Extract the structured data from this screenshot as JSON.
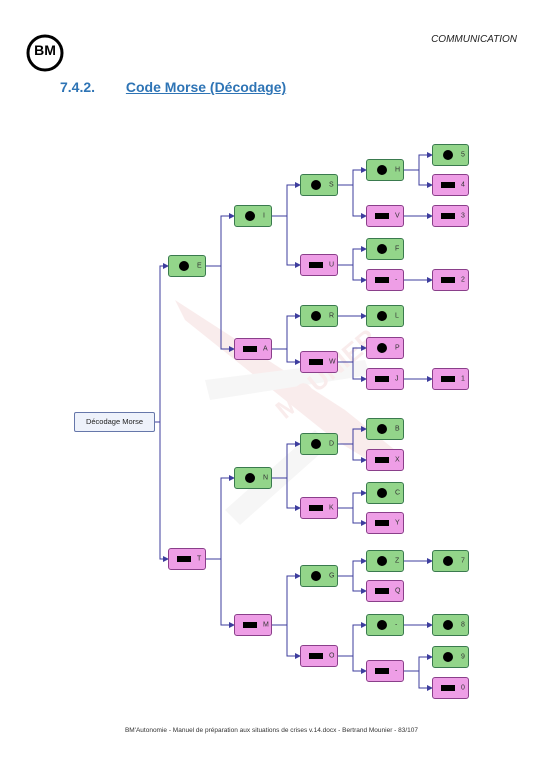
{
  "header": {
    "logo_text": "BM",
    "section": "COMMUNICATION"
  },
  "heading": {
    "number": "7.4.2.",
    "title": "Code Morse (Décodage)"
  },
  "watermark": {
    "text": "MOUNIER"
  },
  "tree": {
    "root": "Décodage Morse",
    "nodes": {
      "E": "E",
      "T": "T",
      "I": "I",
      "A": "A",
      "N": "N",
      "M": "M",
      "S": "S",
      "U": "U",
      "R": "R",
      "W": "W",
      "D": "D",
      "K": "K",
      "G": "G",
      "O": "O",
      "H": "H",
      "V": "V",
      "F": "F",
      "U2": "-",
      "L": "L",
      "P": "P",
      "J": "J",
      "B": "B",
      "X": "X",
      "C": "C",
      "Y": "Y",
      "Z": "Z",
      "Q": "Q",
      "O1": "-",
      "O2": "-",
      "d5": "5",
      "d4": "4",
      "d3": "3",
      "d2": "2",
      "d1": "1",
      "d7": "7",
      "d8": "8",
      "d9": "9",
      "d0": "0"
    }
  },
  "footer": {
    "text": "BM'Autonomie - Manuel de préparation aux situations de crises v.14.docx - Bertrand Mounier - 83/107"
  }
}
